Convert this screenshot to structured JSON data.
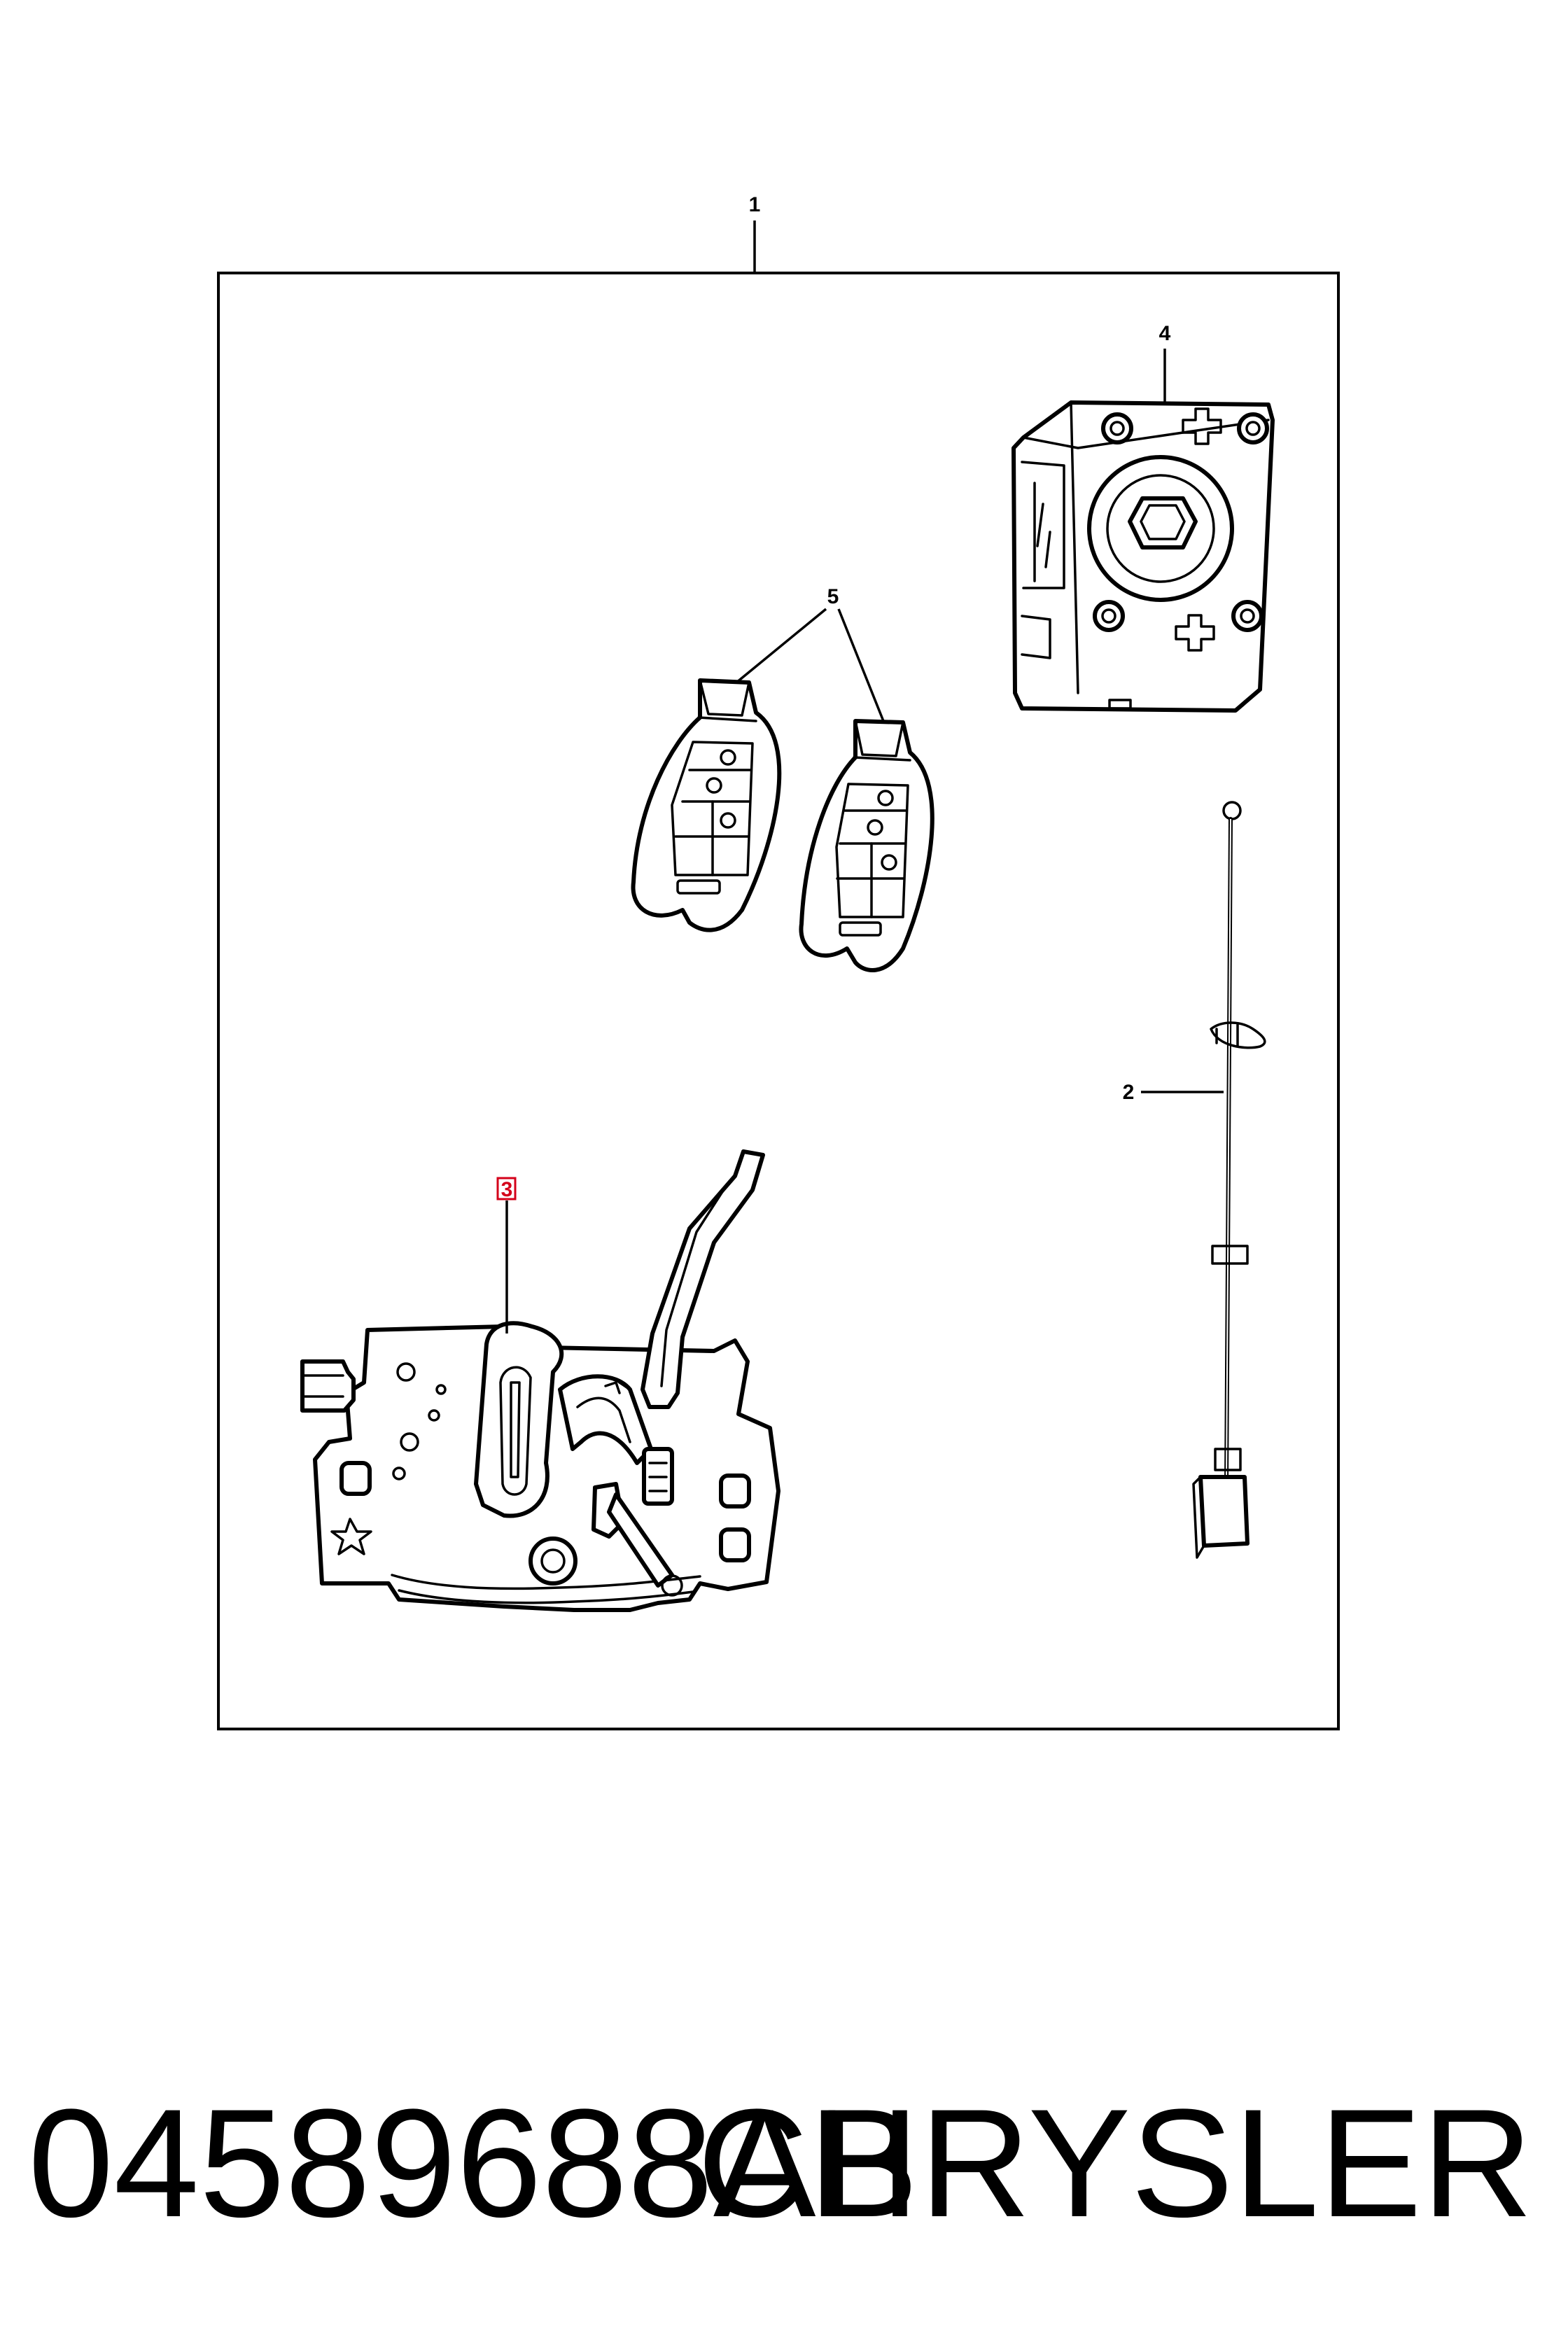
{
  "callouts": {
    "kit": "1",
    "antenna": "2",
    "hood_latch": "3",
    "ignition_module": "4",
    "key_fobs": "5"
  },
  "footer": {
    "part_number": "04589688AB",
    "brand": "CHRYSLER"
  },
  "colors": {
    "line": "#000000",
    "highlight": "#d4001a",
    "background": "#ffffff"
  }
}
